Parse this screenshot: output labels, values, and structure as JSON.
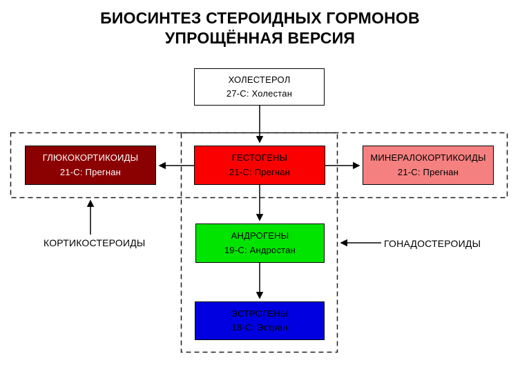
{
  "title": {
    "line1": "БИОСИНТЕЗ СТЕРОИДНЫХ ГОРМОНОВ",
    "line2": "УПРОЩЁННАЯ ВЕРСИЯ"
  },
  "nodes": {
    "cholesterol": {
      "label": "ХОЛЕСТЕРОЛ",
      "sublabel": "27-С: Холестан",
      "bg": "#ffffff",
      "fg": "#000000"
    },
    "glucocorticoids": {
      "label": "ГЛЮКОКОРТИКОИДЫ",
      "sublabel": "21-С: Прегнан",
      "bg": "#8b0000",
      "fg": "#ffffff"
    },
    "gestogens": {
      "label": "ГЕСТОГЕНЫ",
      "sublabel": "21-С: Прегнан",
      "bg": "#fb0000",
      "fg": "#000000"
    },
    "mineralocorticoids": {
      "label": "МИНЕРАЛОКОРТИКОИДЫ",
      "sublabel": "21-С: Прегнан",
      "bg": "#f58080",
      "fg": "#000000"
    },
    "androgens": {
      "label": "АНДРОГЕНЫ",
      "sublabel": "19-С: Андростан",
      "bg": "#00e400",
      "fg": "#000000"
    },
    "estrogens": {
      "label": "ЭСТРОГЕНЫ",
      "sublabel": "18-С: Эстран",
      "bg": "#0000e0",
      "fg": "#000000"
    }
  },
  "group_labels": {
    "corticosteroids": "КОРТИКОСТЕРОИДЫ",
    "gonadosteroids": "ГОНАДОСТЕРОИДЫ"
  },
  "colors": {
    "line": "#000000",
    "dashed_border": "#1a1a1a"
  }
}
